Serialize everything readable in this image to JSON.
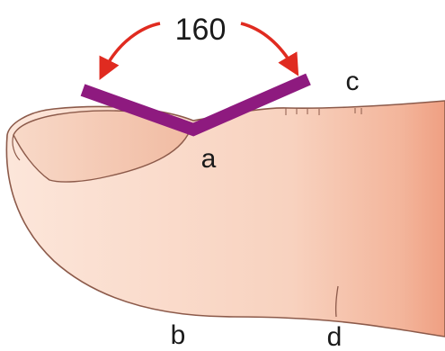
{
  "angle_label": "160",
  "point_labels": {
    "a": "a",
    "b": "b",
    "c": "c",
    "d": "d"
  },
  "colors": {
    "skin_light": "#fbe4d7",
    "skin_mid": "#f6c9b4",
    "skin_dark": "#f0a98e",
    "nail": "#f3c1aa",
    "outline": "#8c5a4a",
    "angle_bar": "#8e1a7f",
    "arrow": "#e02b20",
    "text": "#1a1a1a"
  }
}
